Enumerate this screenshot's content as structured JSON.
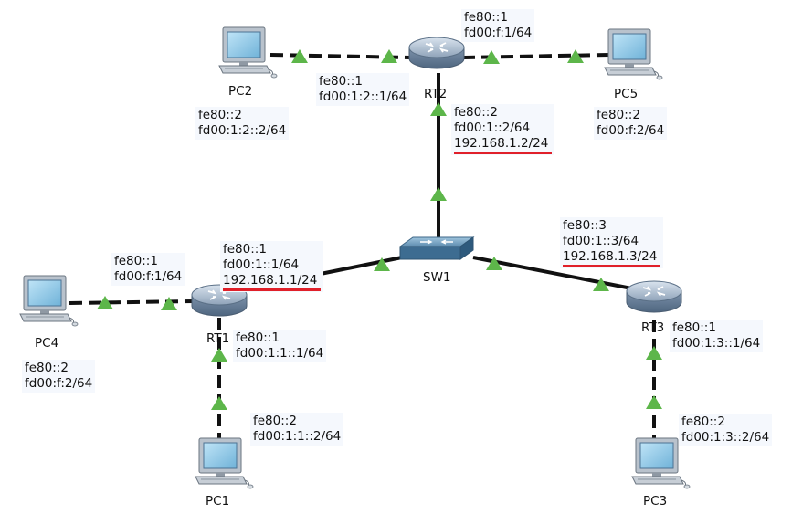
{
  "devices": {
    "pc1": "PC1",
    "pc2": "PC2",
    "pc3": "PC3",
    "pc4": "PC4",
    "pc5": "PC5",
    "rt1": "RT1",
    "rt2": "RT2",
    "rt3": "RT3",
    "sw1": "SW1"
  },
  "labels": {
    "pc2": [
      "fe80::2",
      "fd00:1:2::2/64"
    ],
    "rt2_pc2": [
      "fe80::1",
      "fd00:1:2::1/64"
    ],
    "rt2_pc5": [
      "fe80::1",
      "fd00:f:1/64"
    ],
    "pc5": [
      "fe80::2",
      "fd00:f:2/64"
    ],
    "rt2_sw": [
      "fe80::2",
      "fd00:1::2/64",
      "192.168.1.2/24"
    ],
    "rt1_sw": [
      "fe80::1",
      "fd00:1::1/64",
      "192.168.1.1/24"
    ],
    "rt3_sw": [
      "fe80::3",
      "fd00:1::3/64",
      "192.168.1.3/24"
    ],
    "rt1_pc4": [
      "fe80::1",
      "fd00:f:1/64"
    ],
    "pc4": [
      "fe80::2",
      "fd00:f:2/64"
    ],
    "rt1_pc1": [
      "fe80::1",
      "fd00:1:1::1/64"
    ],
    "pc1": [
      "fe80::2",
      "fd00:1:1::2/64"
    ],
    "rt3_pc3": [
      "fe80::1",
      "fd00:1:3::1/64"
    ],
    "pc3": [
      "fe80::2",
      "fd00:1:3::2/64"
    ]
  },
  "colors": {
    "link_line": "#111111",
    "link_status": "#5db64a",
    "underline": "#e0202a",
    "label_bg": "#f5f8fd"
  }
}
